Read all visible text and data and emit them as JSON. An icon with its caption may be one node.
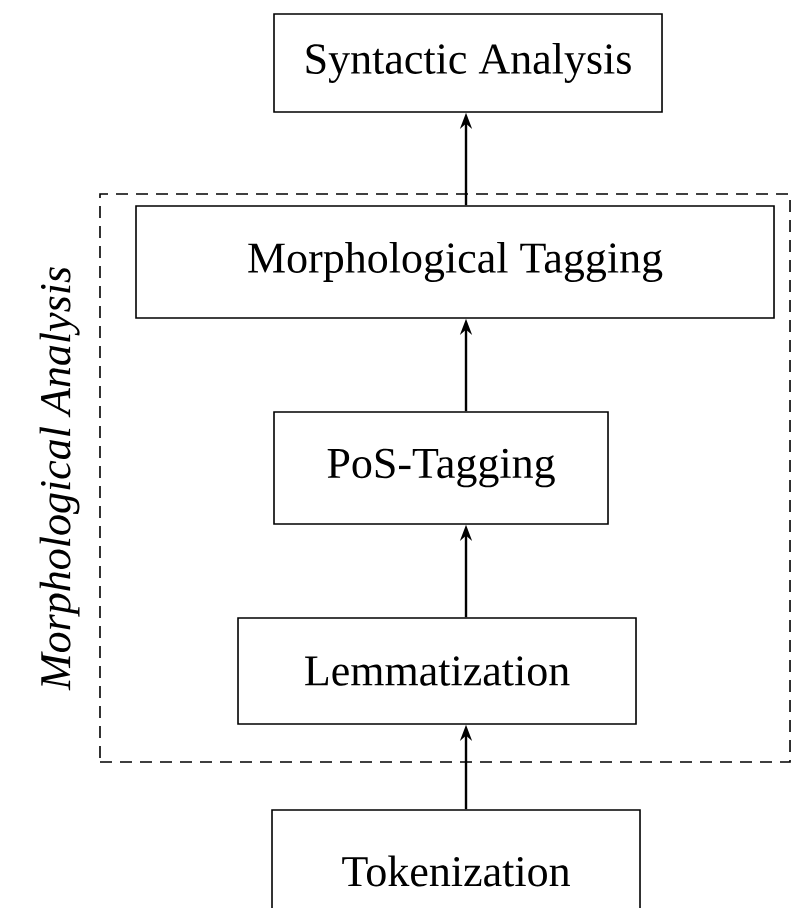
{
  "diagram": {
    "nodes": [
      {
        "text": [
          "Syntactic Analysis"
        ]
      },
      {
        "text": [
          "Morphological Analysis"
        ]
      },
      {
        "text": [
          "Morphological Tagging"
        ],
        "in": 1
      },
      {
        "text": [
          "PoS-Tagging"
        ],
        "in": 1
      },
      {
        "text": [
          "Lemmatization"
        ],
        "in": 1
      },
      {
        "text": [
          "Tokenization"
        ]
      }
    ],
    "edges": [
      {
        "from": 5,
        "to": 4,
        "arrow": "to"
      },
      {
        "from": 4,
        "to": 3,
        "arrow": "to"
      },
      {
        "from": 3,
        "to": 2,
        "arrow": "to"
      },
      {
        "from": 2,
        "to": 0,
        "arrow": "to"
      }
    ]
  }
}
